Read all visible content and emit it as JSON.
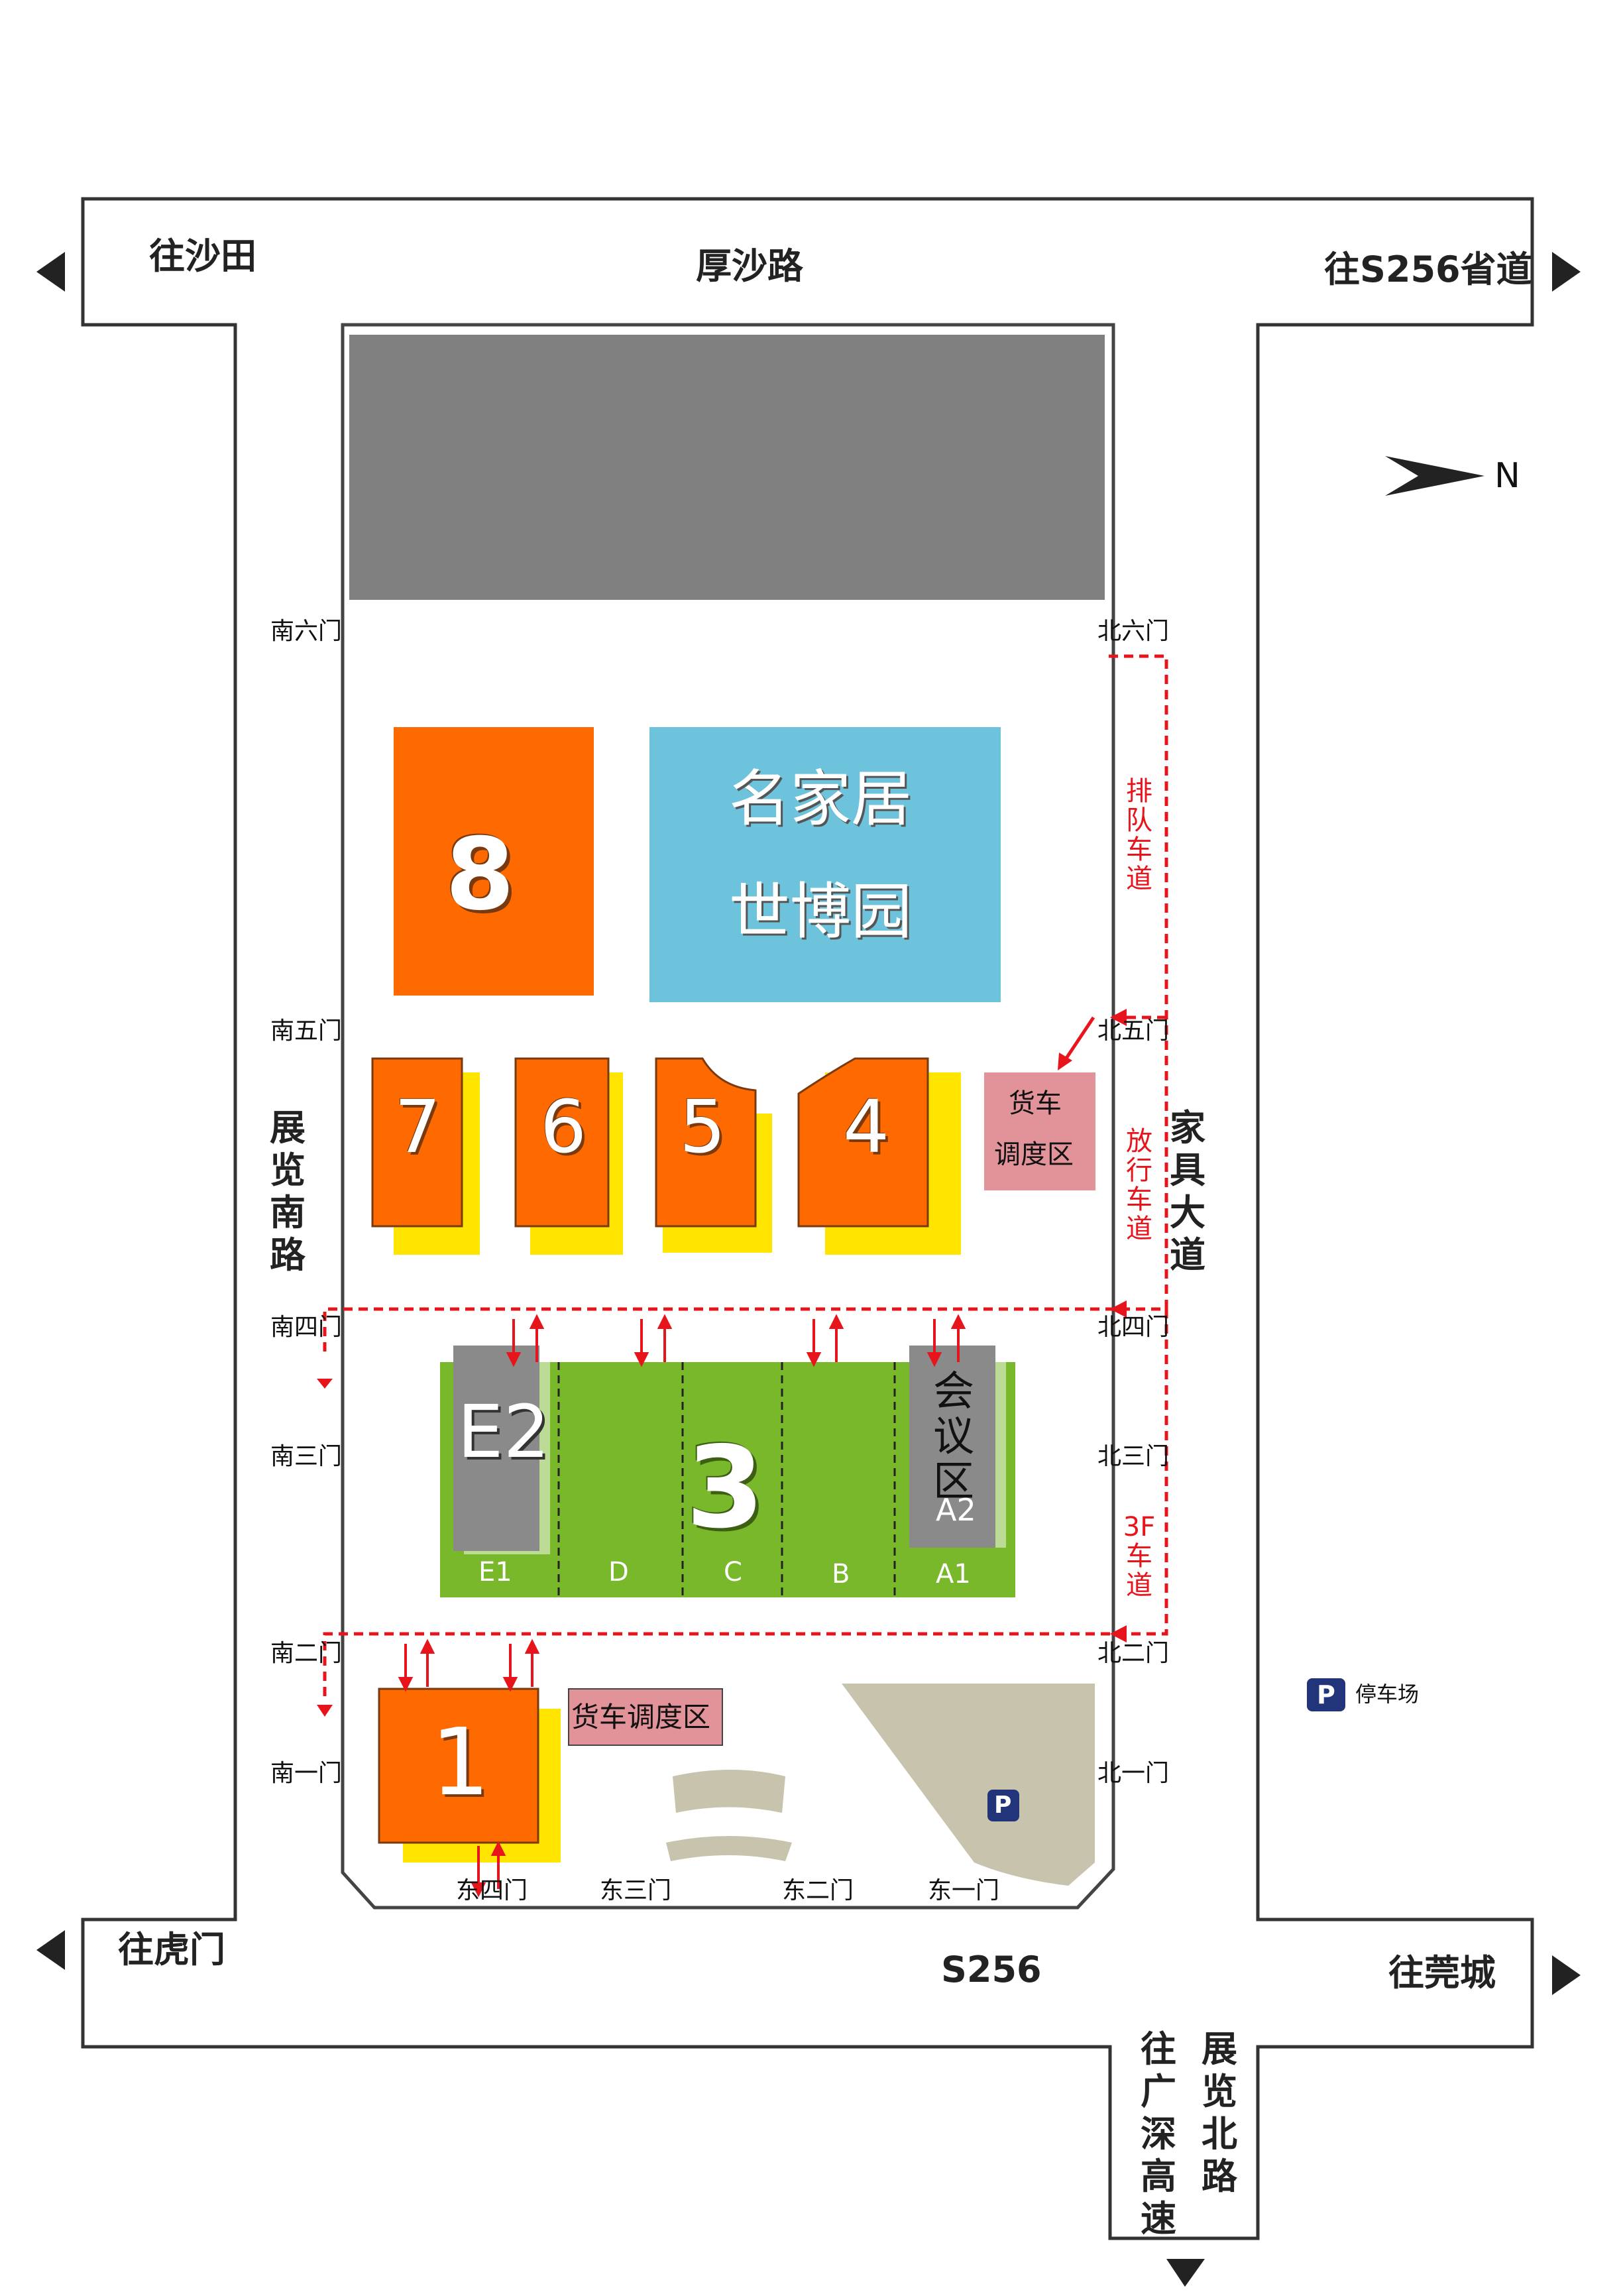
{
  "directions": {
    "to_shatian": "往沙田",
    "to_s256": "往S256省道",
    "to_humen": "往虎门",
    "to_guancheng": "往莞城",
    "to_guangshen": "往广深高速"
  },
  "roads": {
    "top": "厚沙路",
    "bottom": "S256",
    "left": "展览南路",
    "right": "家具大道",
    "bottom_branch": "展览北路"
  },
  "compass": {
    "label": "N"
  },
  "gates": {
    "south": [
      "南六门",
      "南五门",
      "南四门",
      "南三门",
      "南二门",
      "南一门"
    ],
    "north": [
      "北六门",
      "北五门",
      "北四门",
      "北三门",
      "北二门",
      "北一门"
    ],
    "east": [
      "东四门",
      "东三门",
      "东二门",
      "东一门"
    ]
  },
  "halls": {
    "h8": "8",
    "mingjiaju_line1": "名家居",
    "mingjiaju_line2": "世博园",
    "h7": "7",
    "h6": "6",
    "h5": "5",
    "h4": "4",
    "h3": "3",
    "h1": "1",
    "e2": "E2",
    "conference": "会议区",
    "a2": "A2",
    "zones": [
      "E1",
      "D",
      "C",
      "B",
      "A1"
    ]
  },
  "truck_zone_upper": [
    "货车",
    "调度区"
  ],
  "truck_zone_lower": "货车调度区",
  "lanes": {
    "queue": "排队车道",
    "release": "放行车道",
    "f3": "3F车道"
  },
  "legend": {
    "parking_icon": "P",
    "parking_label": "停车场"
  },
  "colors": {
    "orange": "#ff6a00",
    "yellow": "#ffe400",
    "green": "#78b82a",
    "blue": "#6ec3dc",
    "gray": "#808080",
    "truck_pink": "#e29399",
    "red_route": "#e8141b",
    "parking_tan": "#c8c3ad"
  }
}
